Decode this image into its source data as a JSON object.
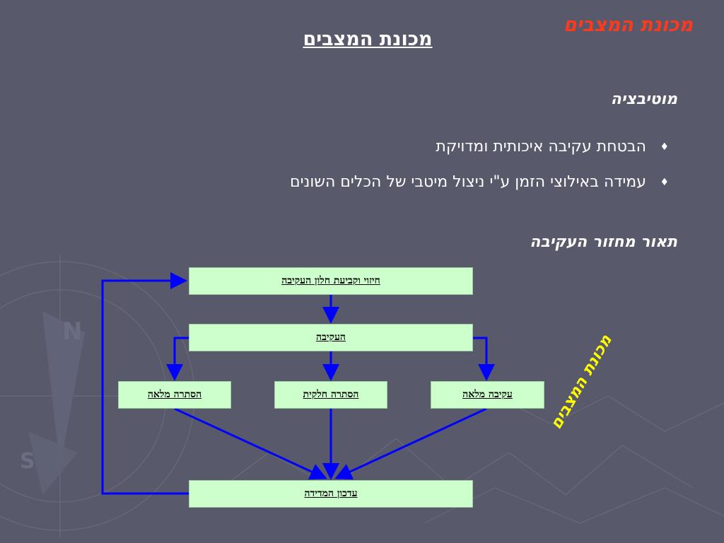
{
  "slide": {
    "corner_title": "מכונת המצבים",
    "title": "מכונת המצבים",
    "motivation": {
      "heading": "מוטיבציה",
      "bullets": [
        "הבטחת עקיבה איכותית ומדויקת",
        "עמידה באילוצי הזמן ע\"י ניצול מיטבי של הכלים השונים"
      ],
      "bullet_symbol": "♦"
    },
    "cycle_heading": "תאור מחזור העקיבה",
    "diagram": {
      "nodes": {
        "detect": "חיזוי וקביעת חלון העקיבה",
        "track": "העקיבה",
        "full_occlusion": "הסתרה מלאה",
        "partial_occlusion": "הסתרה חלקית",
        "full_tracking": "עקיבה מלאה",
        "update": "עדכון המדידה"
      },
      "rotated_label": "מכונת המצבים",
      "colors": {
        "box_fill": "#ccffcc",
        "arrow": "#0000ff",
        "label": "#ffff00"
      }
    },
    "colors": {
      "background": "#585a6c",
      "corner_title": "#ff3a1c",
      "text": "#ffffff"
    }
  }
}
